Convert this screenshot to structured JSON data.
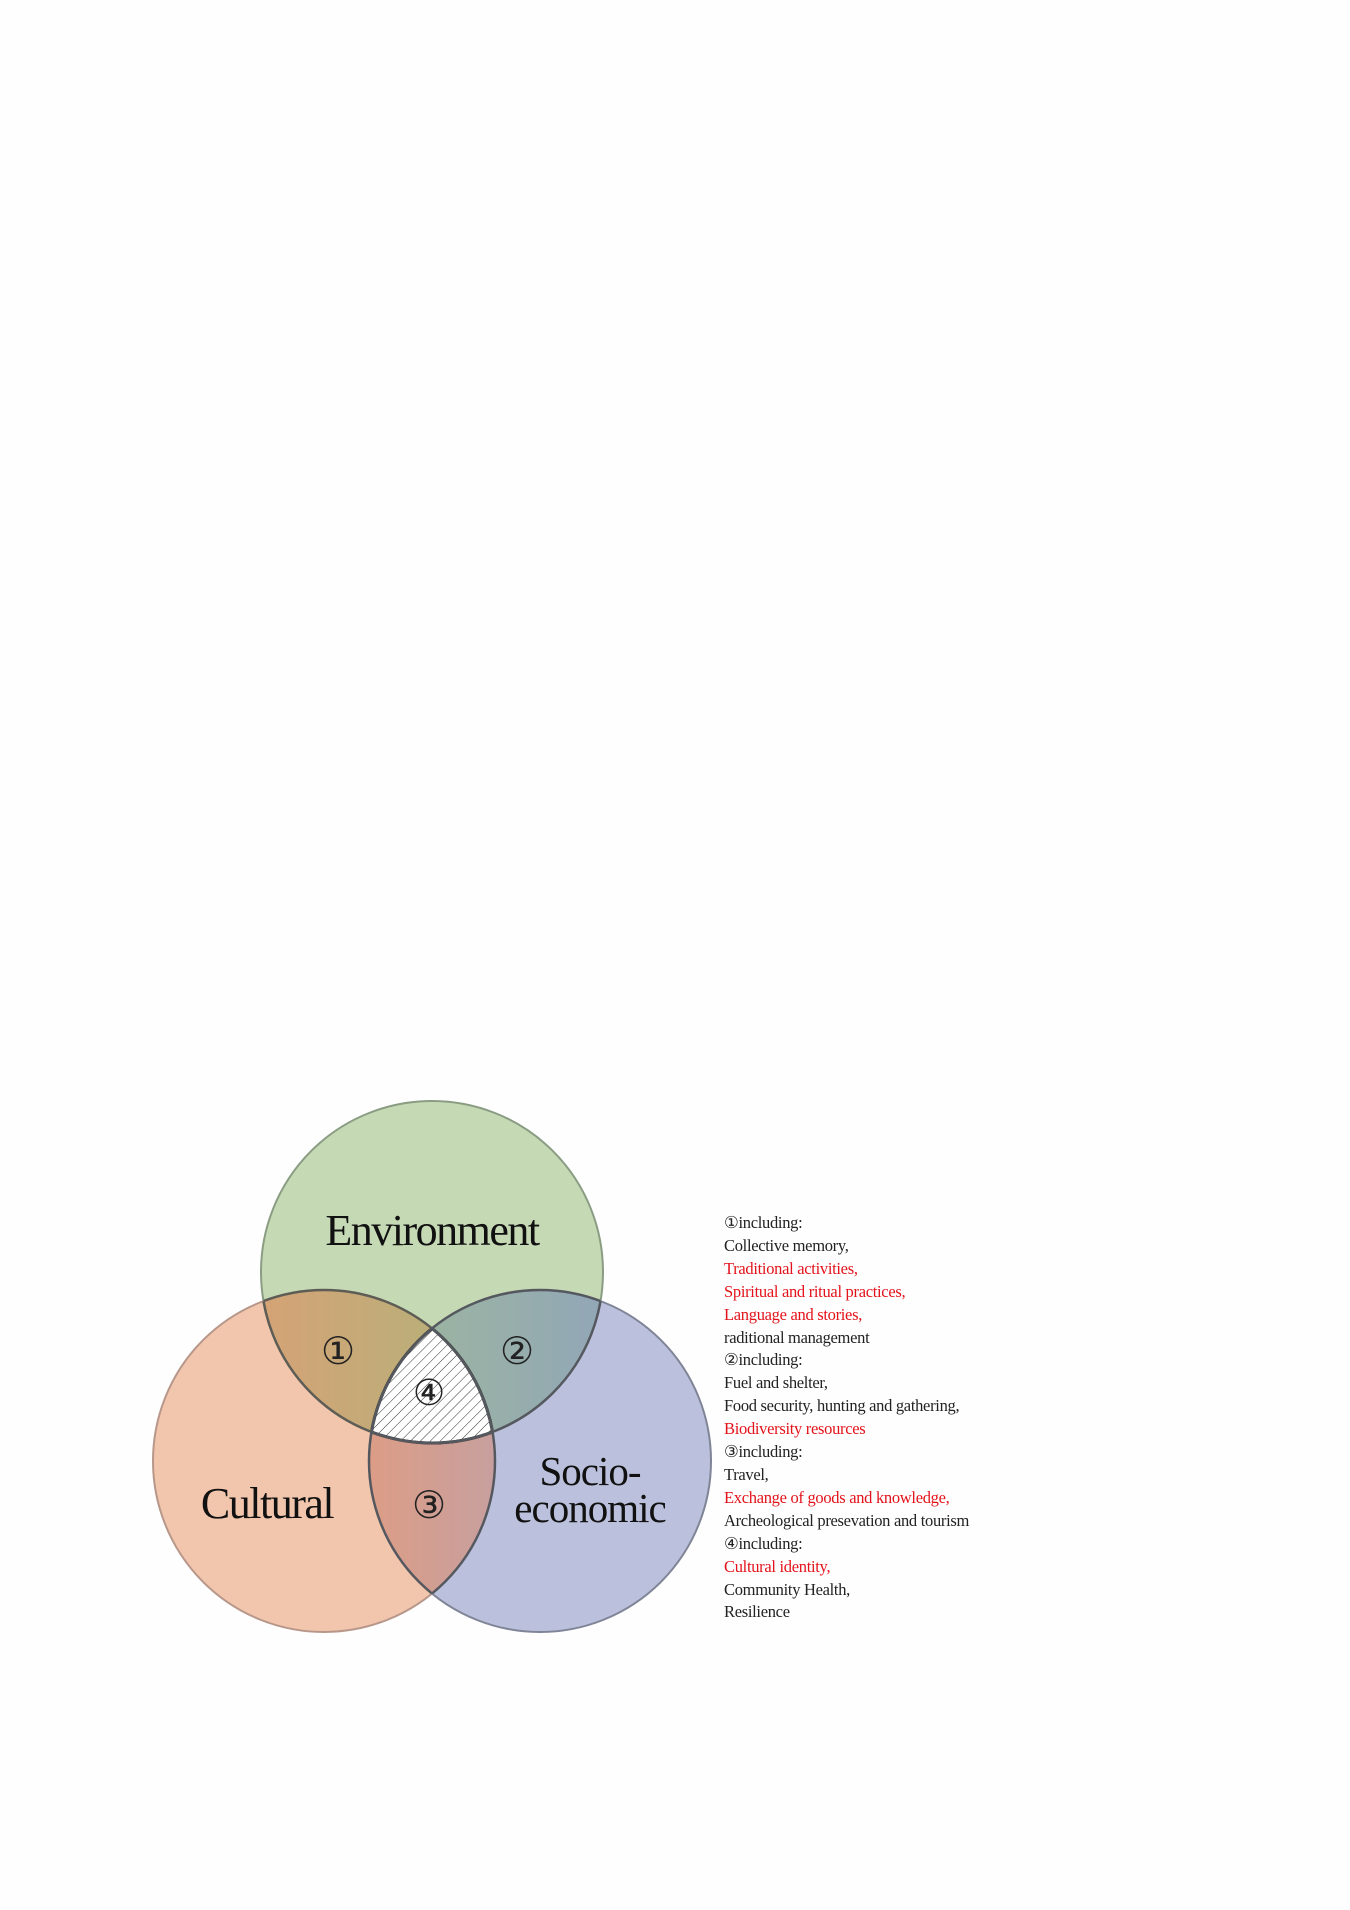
{
  "diagram": {
    "circles": {
      "environment": {
        "label": "Environment",
        "color": "#c6d9b5"
      },
      "cultural": {
        "label": "Cultural",
        "color": "#f2c5ad"
      },
      "socioeconomic": {
        "label_line1": "Socio-",
        "label_line2": "economic",
        "color": "#bbc1dc"
      }
    },
    "regions": {
      "r1": "①",
      "r2": "②",
      "r3": "③",
      "r4": "④"
    }
  },
  "legend": {
    "groups": [
      {
        "heading": "①including:",
        "items": [
          {
            "text": "Collective memory,",
            "highlight": false
          },
          {
            "text": "Traditional activities,",
            "highlight": true
          },
          {
            "text": "Spiritual and ritual practices,",
            "highlight": true
          },
          {
            "text": "Language and stories,",
            "highlight": true
          },
          {
            "text": "raditional management",
            "highlight": false
          }
        ]
      },
      {
        "heading": "②including:",
        "items": [
          {
            "text": "Fuel and shelter,",
            "highlight": false
          },
          {
            "text": "Food security, hunting and gathering,",
            "highlight": false
          },
          {
            "text": "Biodiversity resources",
            "highlight": true
          }
        ]
      },
      {
        "heading": "③including:",
        "items": [
          {
            "text": "Travel,",
            "highlight": false
          },
          {
            "text": "Exchange of goods and knowledge,",
            "highlight": true
          },
          {
            "text": "Archeological presevation and tourism",
            "highlight": false
          }
        ]
      },
      {
        "heading": "④including:",
        "items": [
          {
            "text": "Cultural identity,",
            "highlight": true
          },
          {
            "text": "Community Health,",
            "highlight": false
          },
          {
            "text": "Resilience",
            "highlight": false
          }
        ]
      }
    ],
    "highlight_color": "#e3131b",
    "text_color": "#222222"
  }
}
